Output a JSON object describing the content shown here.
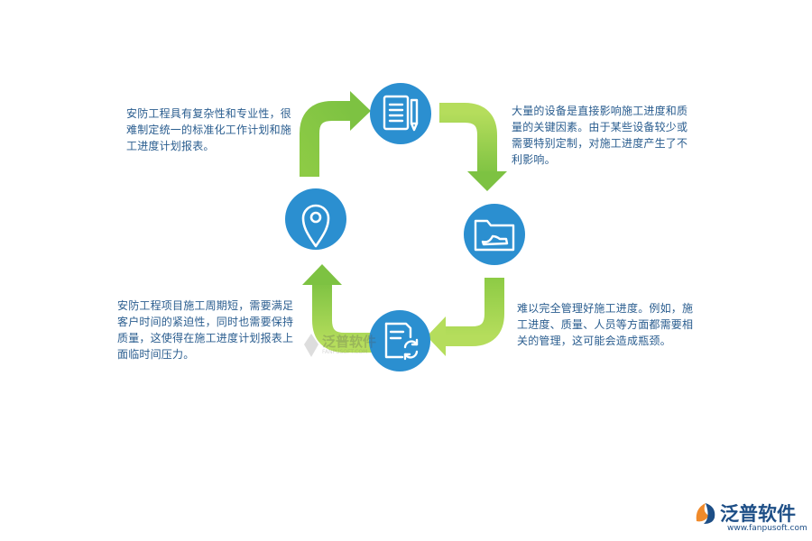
{
  "notes": {
    "top_left": "安防工程具有复杂性和专业性，很难制定统一的标准化工作计划和施工进度计划报表。",
    "top_right": "大量的设备是直接影响施工进度和质量的关键因素。由于某些设备较少或需要特别定制，对施工进度产生了不利影响。",
    "bottom_right": "难以完全管理好施工进度。例如，施工进度、质量、人员等方面都需要相关的管理，这可能会造成瓶颈。",
    "bottom_left": "安防工程项目施工周期短，需要满足客户时间的紧迫性，同时也需要保持质量，这使得在施工进度计划报表上面临时间压力。"
  },
  "nodes": [
    {
      "id": "top",
      "icon": "document-pencil-icon"
    },
    {
      "id": "right",
      "icon": "folder-shoe-icon"
    },
    {
      "id": "bottom",
      "icon": "document-refresh-icon"
    },
    {
      "id": "left",
      "icon": "location-pin-icon"
    }
  ],
  "watermark": {
    "name": "泛普软件",
    "url": "FANPUSOFT.COM"
  },
  "logo": {
    "name": "泛普软件",
    "url": "www.fanpusoft.com"
  },
  "colors": {
    "circle": "#2b8fd0",
    "arrow_light": "#b5dd5c",
    "arrow_dark": "#7dc242",
    "text": "#2a5d8f",
    "logo_blue": "#1d4e86",
    "logo_orange": "#f08a2a"
  }
}
